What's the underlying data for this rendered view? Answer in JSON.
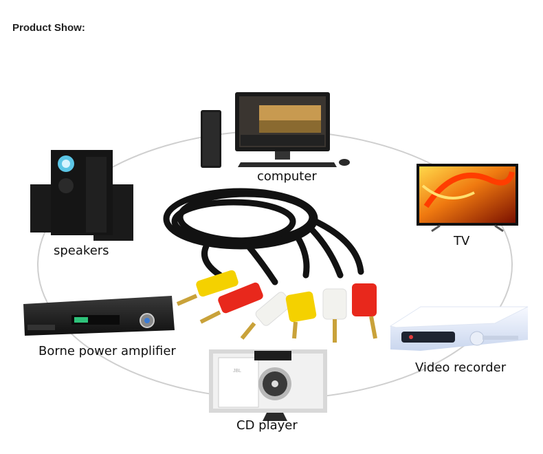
{
  "header": {
    "title": "Product Show:"
  },
  "devices": {
    "computer": "computer",
    "tv": "TV",
    "speakers": "speakers",
    "amplifier": "Borne power amplifier",
    "video_recorder": "Video recorder",
    "cd_player": "CD player"
  },
  "cd_player_brand": "JBL",
  "colors": {
    "cable": "#111111",
    "plug_yellow": "#f4d100",
    "plug_red": "#e8281c",
    "plug_white": "#f2f2ee",
    "gold_tip": "#c9a23a",
    "ellipse": "#d0d0d0"
  }
}
